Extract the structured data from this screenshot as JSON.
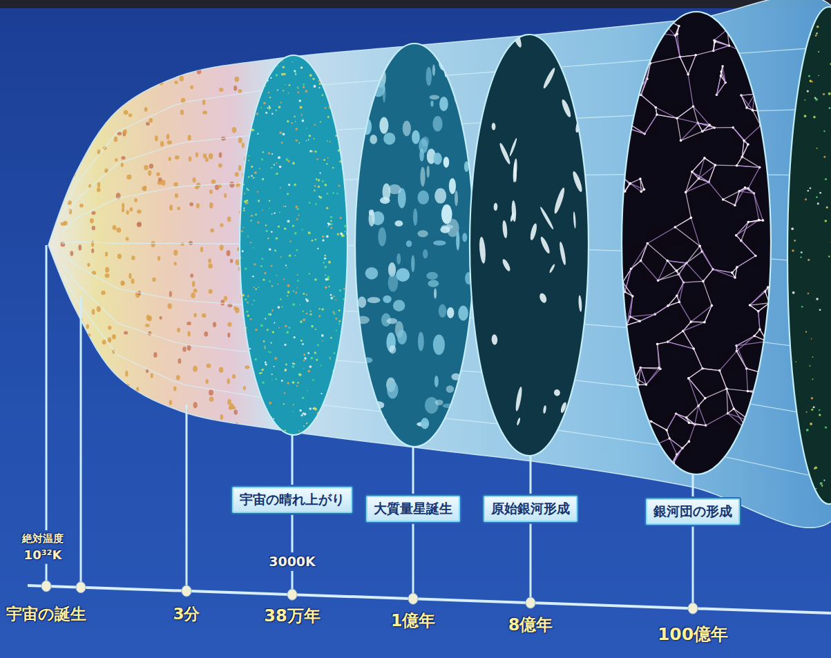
{
  "diagram": {
    "nodes": [
      {
        "text": [
          "宇宙の晴れ上がり"
        ]
      },
      {
        "text": [
          "大質量星誕生"
        ]
      },
      {
        "text": [
          "原始銀河形成"
        ]
      },
      {
        "text": [
          "銀河団の形成"
        ]
      }
    ],
    "labels": [
      "絶対温度",
      "10³²K",
      "宇宙の誕生",
      "3分",
      "3000K",
      "38万年",
      "1億年",
      "8億年",
      "100億年"
    ]
  }
}
